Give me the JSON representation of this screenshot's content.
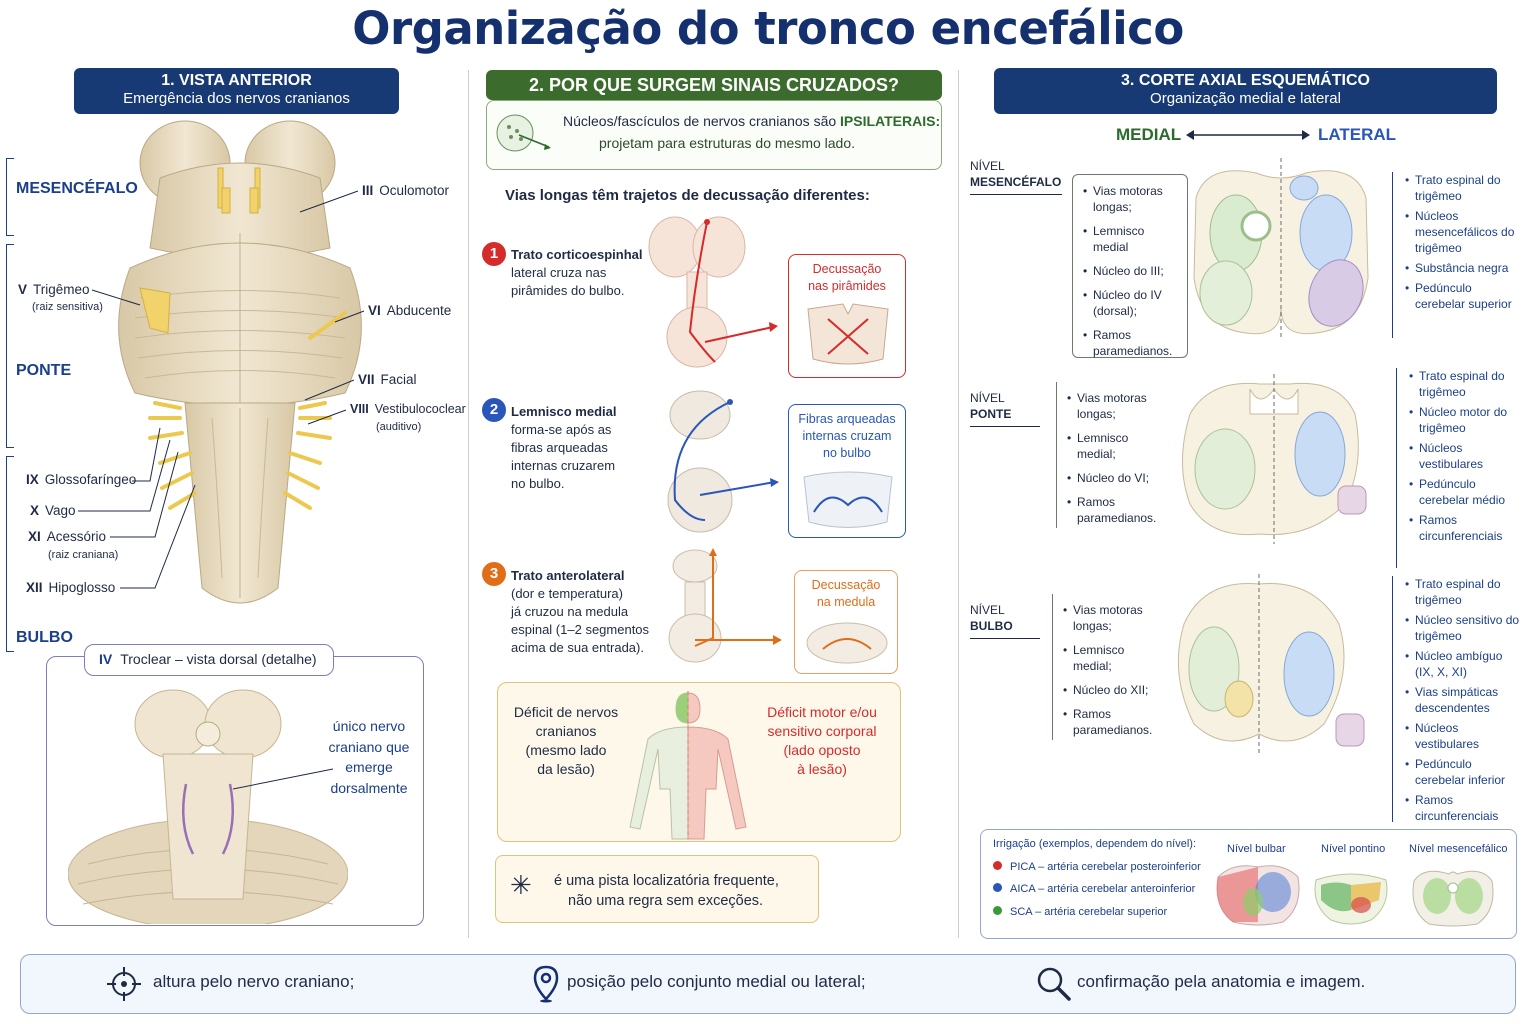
{
  "title": "Organização do tronco encefálico",
  "panel1": {
    "header_line1": "1. VISTA ANTERIOR",
    "header_line2": "Emergência dos nervos cranianos",
    "levels": [
      "MESENCÉFALO",
      "PONTE",
      "BULBO"
    ],
    "nerves": {
      "iii": {
        "num": "III",
        "name": "Oculomotor"
      },
      "v": {
        "num": "V",
        "name": "Trigêmeo",
        "note": "(raiz sensitiva)"
      },
      "vi": {
        "num": "VI",
        "name": "Abducente"
      },
      "vii": {
        "num": "VII",
        "name": "Facial"
      },
      "viii": {
        "num": "VIII",
        "name": "Vestibulococlear",
        "note": "(auditivo)"
      },
      "ix": {
        "num": "IX",
        "name": "Glossofaríngeo"
      },
      "x": {
        "num": "X",
        "name": "Vago"
      },
      "xi": {
        "num": "XI",
        "name": "Acessório",
        "note": "(raiz craniana)"
      },
      "xii": {
        "num": "XII",
        "name": "Hipoglosso"
      }
    },
    "troclear": {
      "label_num": "IV",
      "label": "Troclear – vista dorsal (detalhe)",
      "note_lines": [
        "único nervo",
        "craniano que",
        "emerge",
        "dorsalmente"
      ]
    }
  },
  "panel2": {
    "header": "2. POR QUE SURGEM SINAIS CRUZADOS?",
    "intro_line1": "Núcleos/fascículos de nervos cranianos são",
    "intro_emph": "IPSILATERAIS:",
    "intro_line2": "projetam para estruturas do mesmo lado.",
    "subtitle": "Vias longas têm trajetos de decussação diferentes:",
    "steps": [
      {
        "num": "1",
        "bold": "Trato corticoespinhal",
        "lines": [
          "lateral cruza nas",
          "pirâmides do bulbo."
        ],
        "tag": [
          "Decussação",
          "nas pirâmides"
        ]
      },
      {
        "num": "2",
        "bold": "Lemnisco medial",
        "lines": [
          "forma-se após as",
          "fibras arqueadas",
          "internas cruzarem",
          "no bulbo."
        ],
        "tag": [
          "Fibras arqueadas",
          "internas cruzam",
          "no bulbo"
        ]
      },
      {
        "num": "3",
        "bold": "Trato anterolateral",
        "lines": [
          "(dor e temperatura)",
          "já cruzou na medula",
          "espinal (1–2 segmentos",
          "acima de sua entrada)."
        ],
        "tag": [
          "Decussação",
          "na medula"
        ]
      }
    ],
    "deficit_left": [
      "Déficit de nervos",
      "cranianos",
      "(mesmo lado",
      "da lesão)"
    ],
    "deficit_right": [
      "Déficit motor e/ou",
      "sensitivo corporal",
      "(lado oposto",
      "à lesão)"
    ],
    "tip_lines": [
      "é uma pista localizatória frequente,",
      "não uma regra sem exceções."
    ]
  },
  "panel3": {
    "header_line1": "3. CORTE AXIAL ESQUEMÁTICO",
    "header_line2": "Organização medial e lateral",
    "medial": "MEDIAL",
    "lateral": "LATERAL",
    "levels": [
      {
        "name1": "NÍVEL",
        "name2": "MESENCÉFALO",
        "medial_items": [
          "Vias motoras longas;",
          "Lemnisco medial",
          "Núcleo do III;",
          "Núcleo do IV (dorsal);",
          "Ramos paramedianos."
        ],
        "lateral_items": [
          "Trato espinal do trigêmeo",
          "Núcleos mesencefálicos do trigêmeo",
          "Substância negra",
          "Pedúnculo cerebelar superior"
        ]
      },
      {
        "name1": "NÍVEL",
        "name2": "PONTE",
        "medial_items": [
          "Vias motoras longas;",
          "Lemnisco medial;",
          "Núcleo do VI;",
          "Ramos paramedianos."
        ],
        "lateral_items": [
          "Trato espinal do trigêmeo",
          "Núcleo motor do trigêmeo",
          "Núcleos vestibulares",
          "Pedúnculo cerebelar médio",
          "Ramos circunferenciais"
        ]
      },
      {
        "name1": "NÍVEL",
        "name2": "BULBO",
        "medial_items": [
          "Vias motoras longas;",
          "Lemnisco medial;",
          "Núcleo do XII;",
          "Ramos paramedianos."
        ],
        "lateral_items": [
          "Trato espinal do trigêmeo",
          "Núcleo sensitivo do trigêmeo",
          "Núcleo ambíguo (IX, X, XI)",
          "Vias simpáticas descendentes",
          "Núcleos vestibulares",
          "Pedúnculo cerebelar inferior",
          "Ramos circunferenciais"
        ]
      }
    ],
    "irrigation": {
      "title": "Irrigação (exemplos, dependem do nível):",
      "items": [
        {
          "label": "PICA – artéria cerebelar posteroinferior",
          "color": "#d62b2b"
        },
        {
          "label": "AICA – artéria cerebelar anteroinferior",
          "color": "#2956b8"
        },
        {
          "label": "SCA – artéria cerebelar superior",
          "color": "#3a9a3a"
        }
      ],
      "thumbs": [
        "Nível bulbar",
        "Nível pontino",
        "Nível mesencefálico"
      ]
    }
  },
  "footer": {
    "items": [
      "altura pelo nervo craniano;",
      "posição pelo conjunto medial ou lateral;",
      "confirmação pela anatomia e imagem."
    ]
  }
}
